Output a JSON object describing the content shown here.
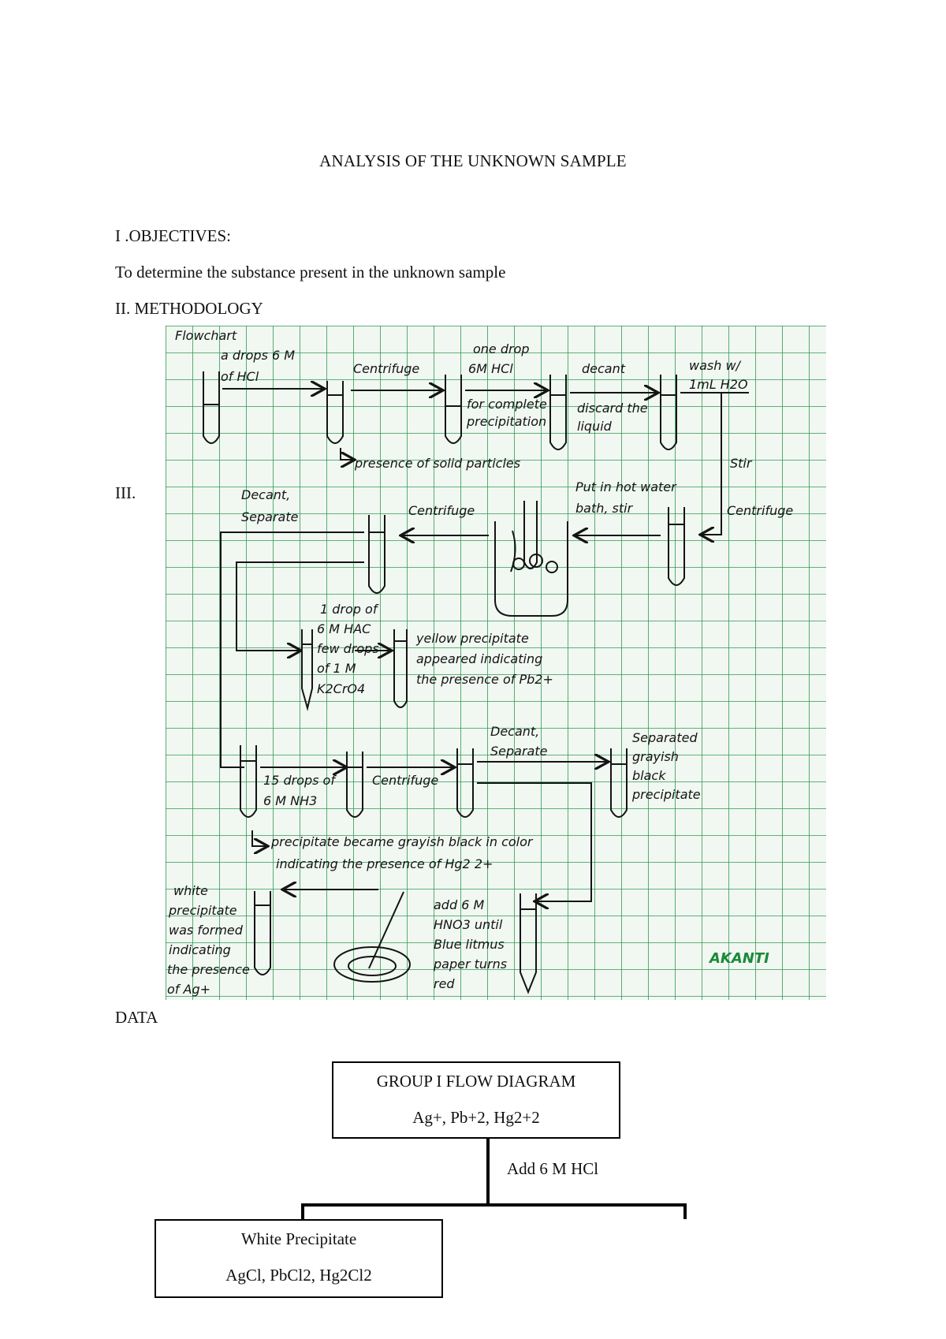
{
  "document": {
    "title": "ANALYSIS OF THE UNKNOWN SAMPLE",
    "objectives_heading": "I .OBJECTIVES:",
    "objective_text": "To determine the substance present in the unknown sample",
    "methodology_heading": "II. METHODOLOGY",
    "section_three_label": "III.",
    "data_heading": "DATA"
  },
  "flowchart": {
    "heading": "Flowchart",
    "s1_a": "a drops 6 M",
    "s1_b": "of HCl",
    "s1_note": "presence of solid particles",
    "s2": "Centrifuge",
    "s3_a": "one drop",
    "s3_b": "6M HCl",
    "s3_c": "for complete",
    "s3_d": "precipitation",
    "s4_a": "decant",
    "s4_b": "discard the",
    "s4_c": "liquid",
    "s5_a": "wash w/",
    "s5_b": "1mL H2O",
    "s6": "Stir",
    "s7": "Centrifuge",
    "s8_a": "Put in hot water",
    "s8_b": "bath, stir",
    "s9": "Centrifuge",
    "s10_a": "Decant,",
    "s10_b": "Separate",
    "p1": "1 drop of",
    "p2": "6 M HAC",
    "p3": "few drops",
    "p4": "of 1 M",
    "p5": "K2CrO4",
    "y1": "yellow precipitate",
    "y2": "appeared indicating",
    "y3": "the presence of Pb2+",
    "n1": "15 drops of",
    "n2": "6 M NH3",
    "n3": "Centrifuge",
    "n4": "Decant,",
    "n5": "Separate",
    "sep1": "Separated",
    "sep2": "grayish",
    "sep3": "black",
    "sep4": "precipitate",
    "g1": "precipitate became grayish black in color",
    "g2": "indicating the presence of Hg2 2+",
    "h1": "add 6 M",
    "h2": "HNO3 until",
    "h3": "Blue litmus",
    "h4": "paper turns",
    "h5": "red",
    "w1": "white",
    "w2": "precipitate",
    "w3": "was formed",
    "w4": "indicating",
    "w5": "the presence",
    "w6": "of Ag+",
    "signature": "AKANTI"
  },
  "diagram": {
    "top_box_line1": "GROUP I FLOW DIAGRAM",
    "top_box_line2": "Ag+, Pb+2, Hg2+2",
    "branch_label": "Add 6 M HCl",
    "left_box_line1": "White Precipitate",
    "left_box_line2": "AgCl, PbCl2, Hg2Cl2"
  },
  "colors": {
    "grid": "#2f9a58",
    "paper": "#f1f7f1",
    "ink": "#141414",
    "signature": "#1a8a3a"
  }
}
